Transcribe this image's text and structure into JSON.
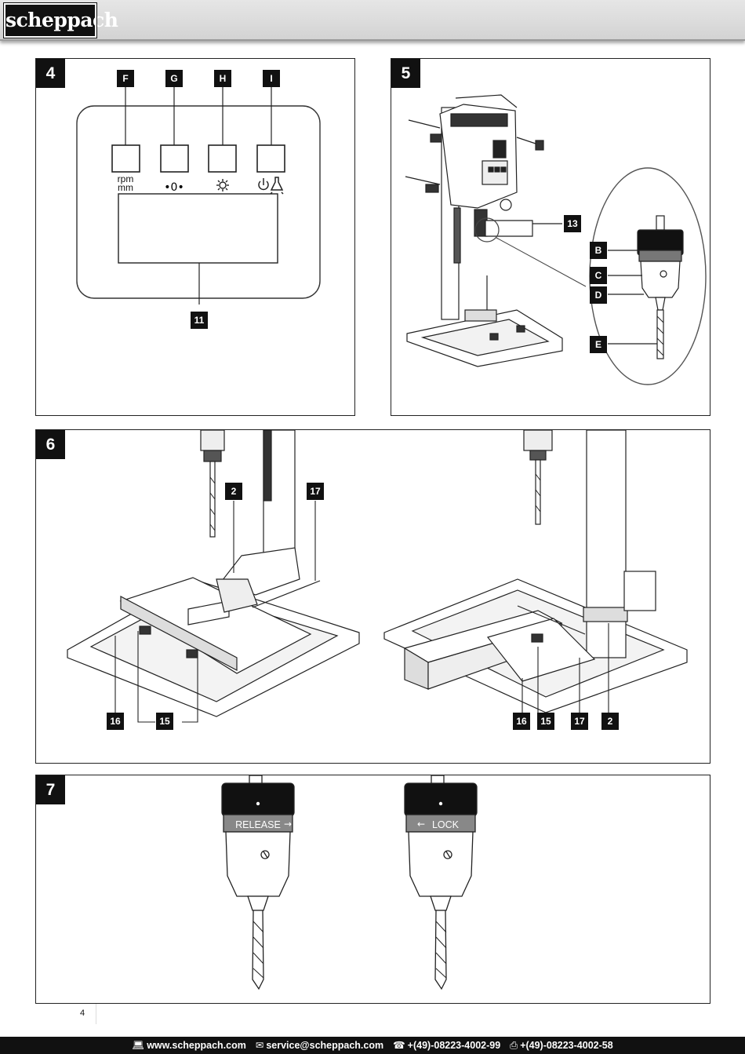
{
  "header": {
    "logo_text": "scheppach"
  },
  "fig4": {
    "number": "4",
    "tags": [
      "F",
      "G",
      "H",
      "I"
    ],
    "rpm_line1": "rpm",
    "rpm_line2": "mm",
    "display_tag": "11"
  },
  "fig5": {
    "number": "5",
    "tag_13": "13",
    "tags_chuck": [
      "B",
      "C",
      "D",
      "E"
    ]
  },
  "fig6": {
    "number": "6",
    "tag_2": "2",
    "tag_17": "17",
    "bottom_left": [
      "16",
      "15"
    ],
    "bottom_right": [
      "16",
      "15",
      "17",
      "2"
    ]
  },
  "fig7": {
    "number": "7",
    "release": "RELEASE",
    "lock": "LOCK"
  },
  "page_number": "4",
  "footer": {
    "web": "www.scheppach.com",
    "mail": "service@scheppach.com",
    "phone": "+(49)-08223-4002-99",
    "fax": "+(49)-08223-4002-58"
  },
  "colors": {
    "black": "#111111",
    "header_grey": "#dcdcdc"
  }
}
